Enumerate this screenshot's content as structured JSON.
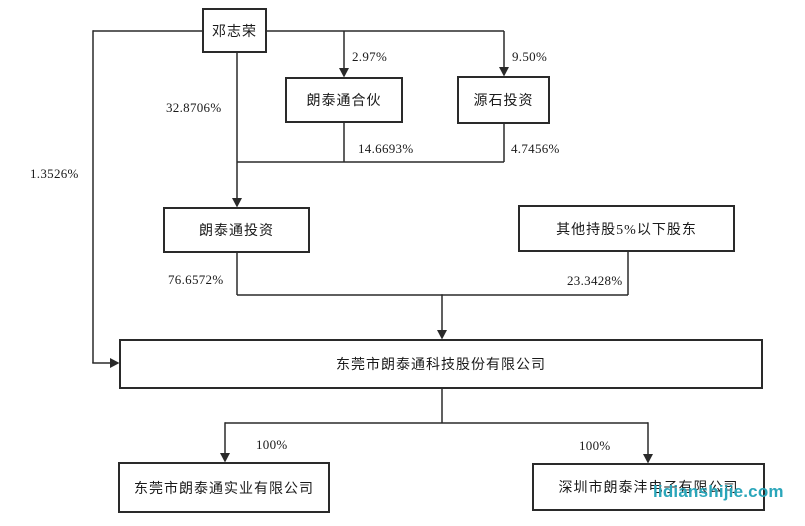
{
  "diagram": {
    "type": "equity-structure-chart",
    "colors": {
      "line": "#2a2a2a",
      "background": "#ffffff",
      "watermark": "#2aa6ba"
    },
    "nodes": [
      {
        "id": "deng",
        "label": "邓志荣"
      },
      {
        "id": "partnership",
        "label": "朗泰通合伙"
      },
      {
        "id": "yuanshi",
        "label": "源石投资"
      },
      {
        "id": "lti",
        "label": "朗泰通投资"
      },
      {
        "id": "others",
        "label": "其他持股5%以下股东"
      },
      {
        "id": "main",
        "label": "东莞市朗泰通科技股份有限公司"
      },
      {
        "id": "dongguan",
        "label": "东莞市朗泰通实业有限公司"
      },
      {
        "id": "shenzhen",
        "label": "深圳市朗泰沣电子有限公司"
      }
    ],
    "edges": [
      {
        "from": "邓志荣",
        "to": "朗泰通合伙",
        "pct": "2.97%"
      },
      {
        "from": "邓志荣",
        "to": "源石投资",
        "pct": "9.50%"
      },
      {
        "from": "邓志荣",
        "to": "朗泰通投资",
        "pct": "32.8706%"
      },
      {
        "from": "朗泰通合伙",
        "to": "朗泰通投资",
        "pct": "14.6693%"
      },
      {
        "from": "源石投资",
        "to": "朗泰通投资",
        "pct": "4.7456%"
      },
      {
        "from": "邓志荣",
        "to": "东莞市朗泰通科技股份有限公司",
        "pct": "1.3526%"
      },
      {
        "from": "朗泰通投资",
        "to": "东莞市朗泰通科技股份有限公司",
        "pct": "76.6572%"
      },
      {
        "from": "其他持股5%以下股东",
        "to": "东莞市朗泰通科技股份有限公司",
        "pct": "23.3428%"
      },
      {
        "from": "东莞市朗泰通科技股份有限公司",
        "to": "东莞市朗泰通实业有限公司",
        "pct": "100%"
      },
      {
        "from": "东莞市朗泰通科技股份有限公司",
        "to": "深圳市朗泰沣电子有限公司",
        "pct": "100%"
      }
    ],
    "watermark": {
      "text": "lidianshijie.com"
    }
  }
}
